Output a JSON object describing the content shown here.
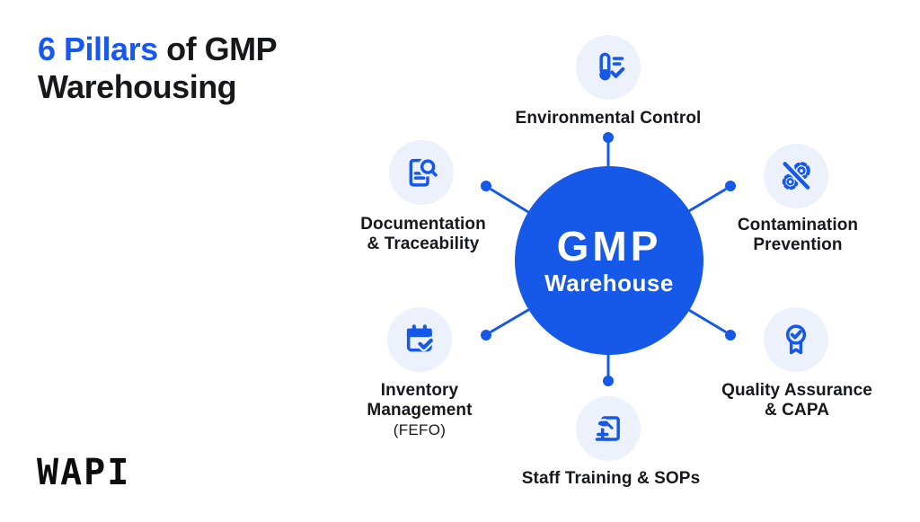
{
  "title": {
    "highlight": "6 Pillars",
    "rest": " of GMP",
    "line2": "Warehousing"
  },
  "hub": {
    "title": "GMP",
    "subtitle": "Warehouse"
  },
  "pillars": [
    {
      "id": "environmental-control",
      "icon": "thermometer-check-icon",
      "lines": [
        "Environmental Control"
      ]
    },
    {
      "id": "contamination-prevention",
      "icon": "no-gears-icon",
      "lines": [
        "Contamination",
        "Prevention"
      ]
    },
    {
      "id": "quality-assurance-capa",
      "icon": "quality-medal-icon",
      "lines": [
        "Quality Assurance",
        "& CAPA"
      ]
    },
    {
      "id": "staff-training-sops",
      "icon": "writing-hand-icon",
      "lines": [
        "Staff Training & SOPs"
      ]
    },
    {
      "id": "inventory-management-fefo",
      "icon": "calendar-check-icon",
      "lines": [
        "Inventory",
        "Management",
        "(FEFO)"
      ]
    },
    {
      "id": "documentation-traceability",
      "icon": "document-search-icon",
      "lines": [
        "Documentation",
        "& Traceability"
      ]
    }
  ],
  "logo": {
    "text": "WAPI"
  },
  "colors": {
    "accent_blue": "#1658E8",
    "title_blue": "#1757F2",
    "light_circle": "#EDF1FC",
    "text_dark": "#16181C",
    "hub_text": "#FFFFFF",
    "background": "#FFFFFF"
  }
}
